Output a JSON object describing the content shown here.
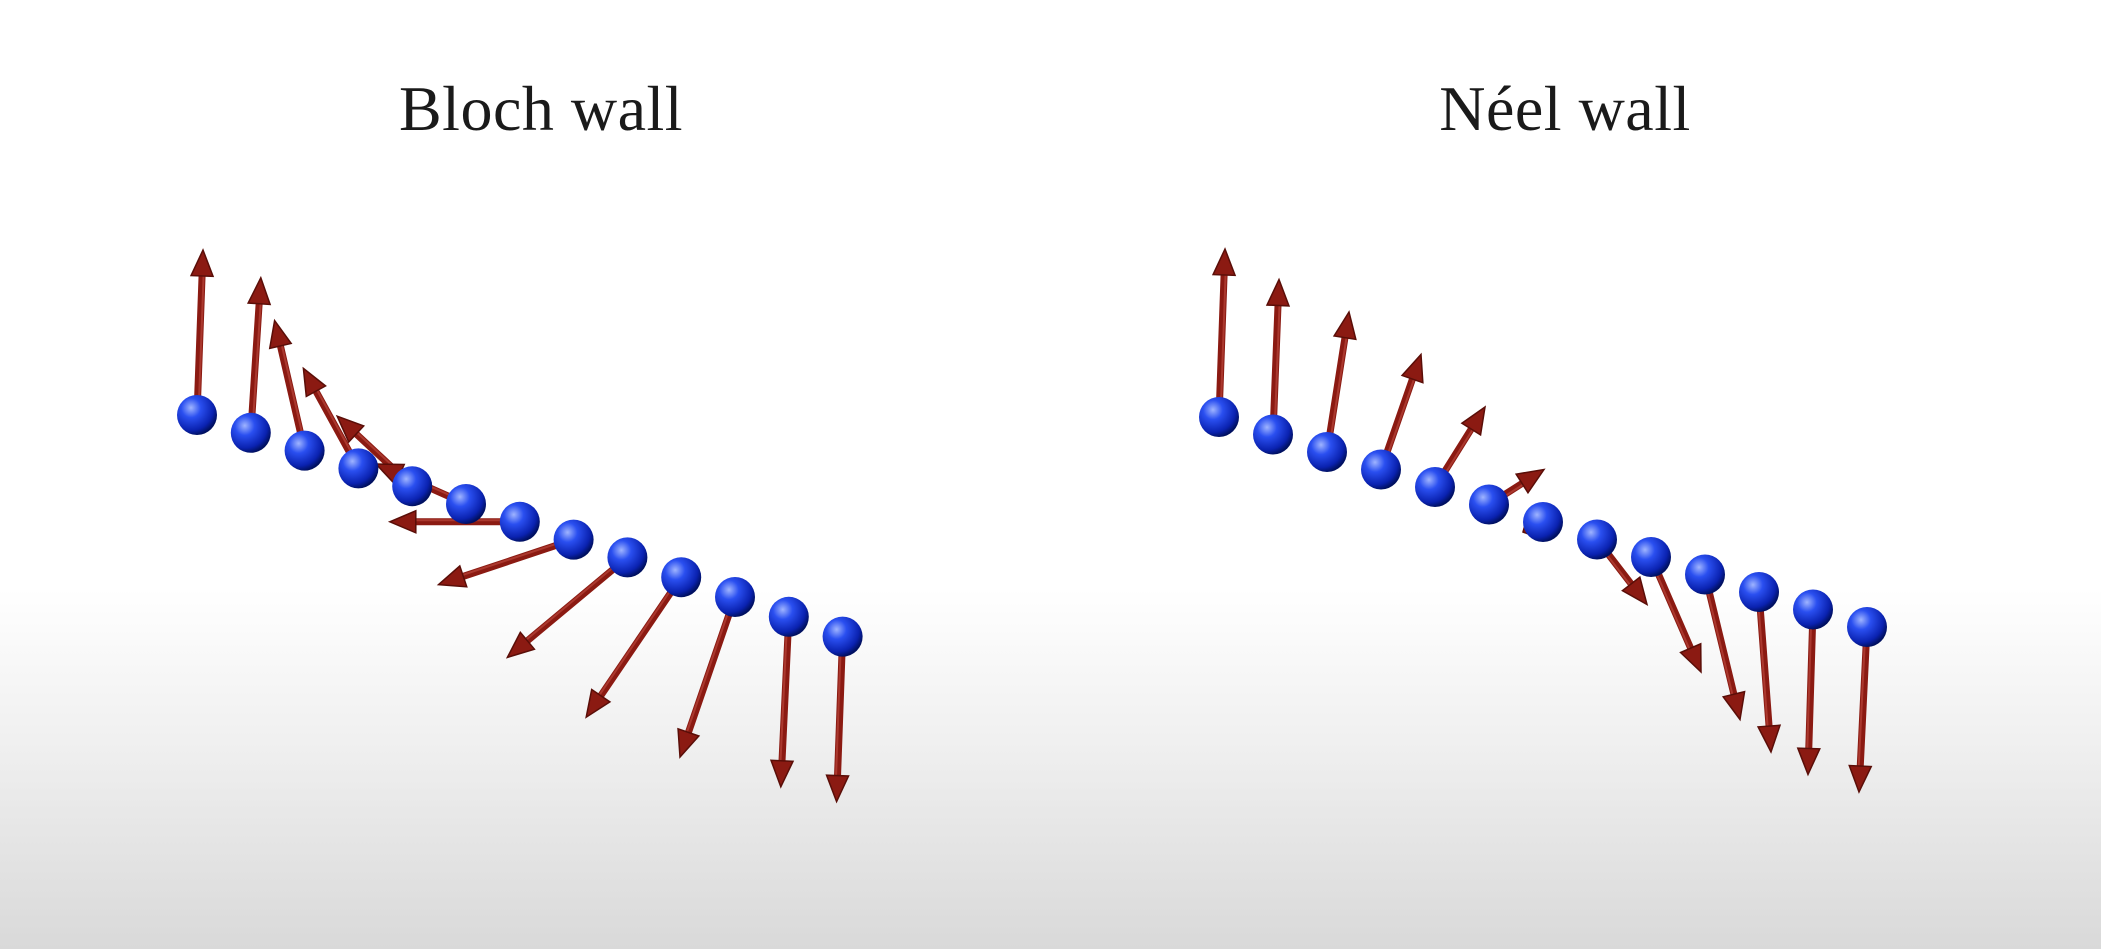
{
  "panels": [
    {
      "title": "Bloch wall"
    },
    {
      "title": "Néel wall"
    }
  ],
  "colors": {
    "spin_sphere": "#1a3fd6",
    "spin_sphere_dark": "#001a7a",
    "arrow": "#8b1a12",
    "arrow_dark": "#5a0e08"
  },
  "icons": {
    "spin_site": "blue-sphere",
    "moment": "red-arrow"
  }
}
